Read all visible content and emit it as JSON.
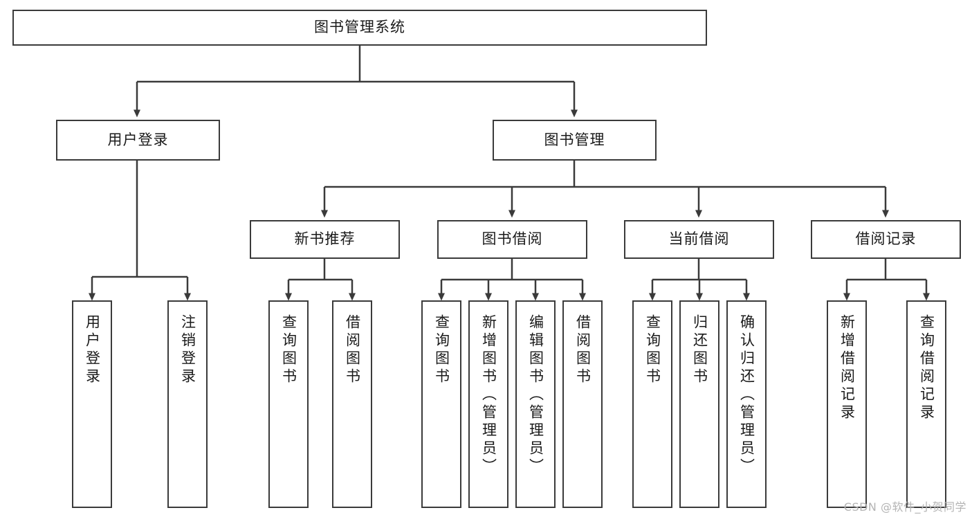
{
  "diagram": {
    "title": "图书管理系统",
    "watermark": "CSDN @软件_小贺同学",
    "line_color": "#3a3a3a",
    "box_fill": "#ffffff",
    "watermark_color": "#b4b4b4"
  },
  "nodes": {
    "root": {
      "label": "图书管理系统"
    },
    "level2": [
      {
        "label": "用户登录"
      },
      {
        "label": "图书管理"
      }
    ],
    "level3": [
      {
        "label": "新书推荐"
      },
      {
        "label": "图书借阅"
      },
      {
        "label": "当前借阅"
      },
      {
        "label": "借阅记录"
      }
    ],
    "leaves": {
      "user_login": [
        {
          "label": "用户登录"
        },
        {
          "label": "注销登录"
        }
      ],
      "new_book_recommend": [
        {
          "label": "查询图书"
        },
        {
          "label": "借阅图书"
        }
      ],
      "book_borrow": [
        {
          "label": "查询图书"
        },
        {
          "label": "新增图书（管理员）"
        },
        {
          "label": "编辑图书（管理员）"
        },
        {
          "label": "借阅图书"
        }
      ],
      "current_borrow": [
        {
          "label": "查询图书"
        },
        {
          "label": "归还图书"
        },
        {
          "label": "确认归还（管理员）"
        }
      ],
      "borrow_record": [
        {
          "label": "新增借阅记录"
        },
        {
          "label": "查询借阅记录"
        }
      ]
    }
  }
}
